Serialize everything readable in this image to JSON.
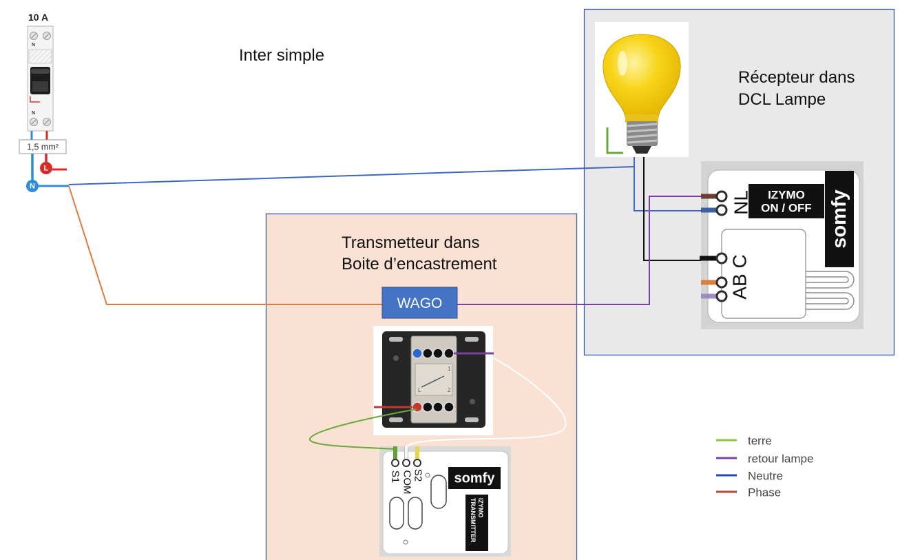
{
  "diagram_title": "Inter simple",
  "breaker": {
    "rating": "10 A",
    "pole_label_top": "N",
    "pole_label_bottom": "N",
    "cable_section": "1,5 mm²",
    "phase_terminal": "L",
    "neutral_terminal": "N"
  },
  "receiver": {
    "title_line1": "Récepteur dans",
    "title_line2": "DCL Lampe",
    "module": {
      "terminals_power": "NL",
      "terminals_control": "AB C",
      "label_line1": "IZYMO",
      "label_line2": "ON / OFF",
      "brand": "somfy"
    }
  },
  "transmitter": {
    "title_line1": "Transmetteur dans",
    "title_line2": "Boite d’encastrement",
    "wago_label": "WAGO",
    "switch_markings": {
      "top": "1",
      "left": "L",
      "right": "2"
    },
    "module": {
      "brand": "somfy",
      "label_line1": "IZYMO",
      "label_line2": "TRANSMITTER",
      "terminals": [
        "S1",
        "COM",
        "S2"
      ]
    }
  },
  "wire_colors": {
    "neutral": "#3d66c4",
    "lamp_return": "#7b3fa6",
    "phase_link": "#e07b39",
    "lamp_black": "#111111",
    "earth": "#6aa83c",
    "traveller": "#ffffff",
    "breaker_phase": "#d52b2b",
    "breaker_neutral": "#2f8ad8"
  },
  "legend": [
    {
      "label": "terre",
      "color": "#8dc63f"
    },
    {
      "label": "retour lampe",
      "color": "#7d44a8"
    },
    {
      "label": "Neutre",
      "color": "#2747b3"
    },
    {
      "label": "Phase",
      "color": "#b9473b"
    }
  ]
}
